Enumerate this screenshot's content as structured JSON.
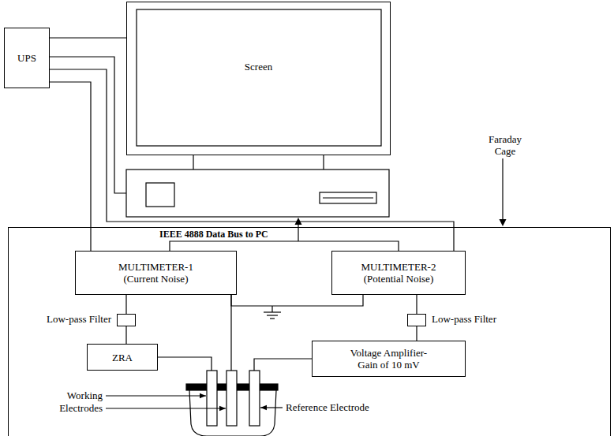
{
  "diagram": {
    "nodes": [
      {
        "text": [
          "UPS"
        ]
      },
      {
        "text": [
          "Screen"
        ]
      },
      {
        "text": [
          "Faraday Cage"
        ]
      },
      {
        "text": [
          "MULTIMETER-1",
          "(Current Noise)"
        ],
        "in": 2
      },
      {
        "text": [
          "MULTIMETER-2",
          "(Potential Noise)"
        ],
        "in": 2
      },
      {
        "text": [
          "Low-pass Filter"
        ],
        "in": 2
      },
      {
        "text": [
          "Low-pass Filter"
        ],
        "in": 2
      },
      {
        "text": [
          "ZRA"
        ],
        "in": 2
      },
      {
        "text": [
          "Voltage Amplifier- Gain of 10 mV"
        ],
        "in": 2
      }
    ],
    "edges": [
      {
        "from": 0,
        "to": 1,
        "arrow": "none"
      },
      {
        "from": 0,
        "to": 3,
        "arrow": "none"
      },
      {
        "from": 0,
        "to": 4,
        "arrow": "none"
      },
      {
        "from": 3,
        "to": 4,
        "arrow": "none"
      },
      {
        "from": 3,
        "to": 4,
        "arrow": "none"
      },
      {
        "from": 3,
        "to": 5,
        "arrow": "none"
      },
      {
        "from": 5,
        "to": 7,
        "arrow": "none"
      },
      {
        "from": 4,
        "to": 6,
        "arrow": "none"
      },
      {
        "from": 6,
        "to": 8,
        "arrow": "none"
      }
    ],
    "labels": [
      "IEEE 4888 Data Bus to PC",
      "Working Electrodes",
      "Reference Electrode"
    ]
  }
}
